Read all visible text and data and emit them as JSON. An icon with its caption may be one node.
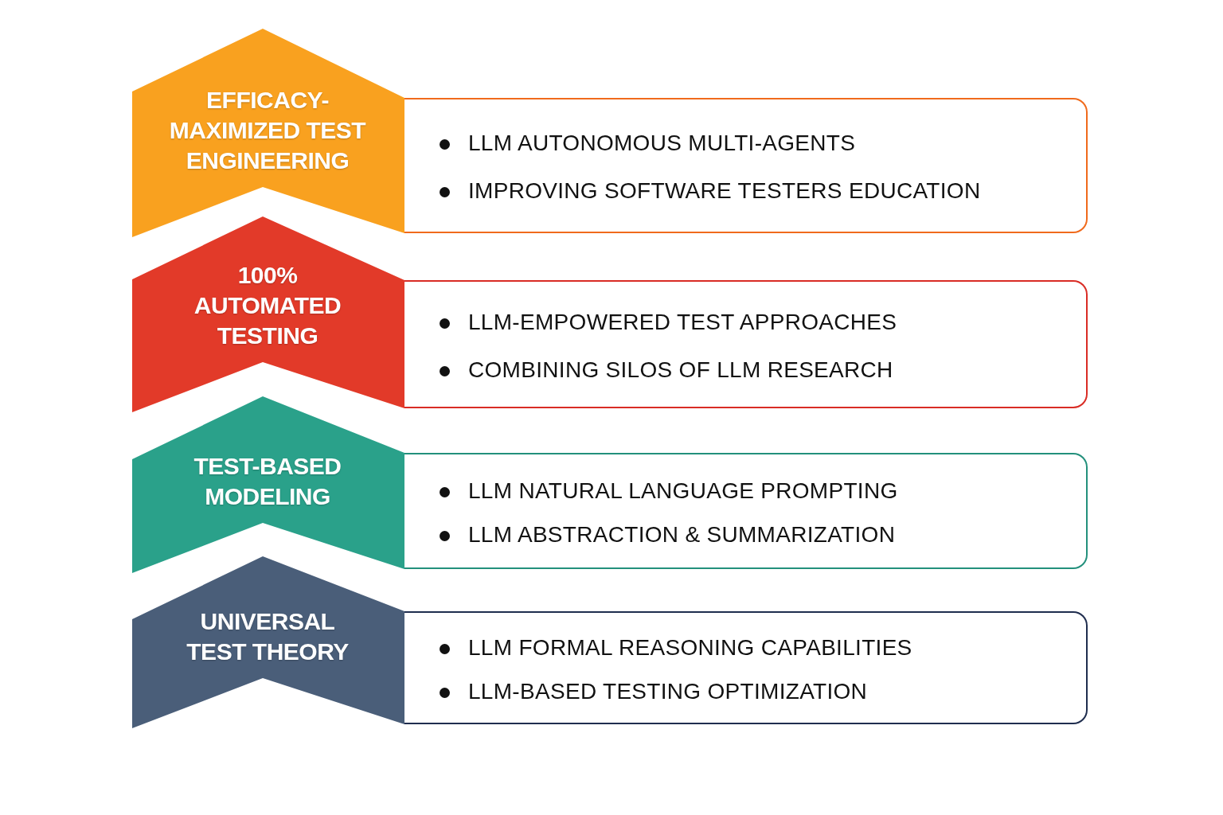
{
  "diagram": {
    "nodes": [
      {
        "text": [
          "EFFICACY-MAXIMIZED TEST ENGINEERING"
        ]
      },
      {
        "text": [
          "LLM AUTONOMOUS MULTI-AGENTS",
          "IMPROVING SOFTWARE TESTERS EDUCATION"
        ]
      },
      {
        "text": [
          "100% AUTOMATED TESTING"
        ]
      },
      {
        "text": [
          "LLM-EMPOWERED TEST APPROACHES",
          "COMBINING SILOS OF LLM RESEARCH"
        ]
      },
      {
        "text": [
          "TEST-BASED MODELING"
        ]
      },
      {
        "text": [
          "LLM NATURAL LANGUAGE PROMPTING",
          "LLM ABSTRACTION & SUMMARIZATION"
        ]
      },
      {
        "text": [
          "UNIVERSAL TEST THEORY"
        ]
      },
      {
        "text": [
          "LLM FORMAL REASONING CAPABILITIES",
          "LLM-BASED TESTING OPTIMIZATION"
        ]
      }
    ]
  }
}
